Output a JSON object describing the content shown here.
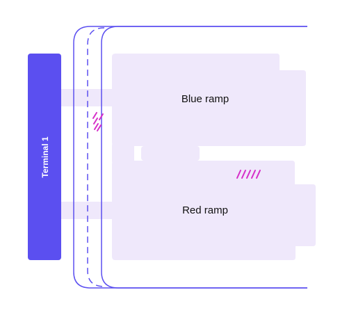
{
  "terminal": {
    "label": "Terminal 1",
    "color": "#5b4ff0"
  },
  "ramps": {
    "blue": {
      "label": "Blue ramp"
    },
    "red": {
      "label": "Red ramp"
    }
  },
  "colors": {
    "road_line": "#5b4ff0",
    "apron_fill": "#efe8fb",
    "hatch": "#d62ec8"
  }
}
